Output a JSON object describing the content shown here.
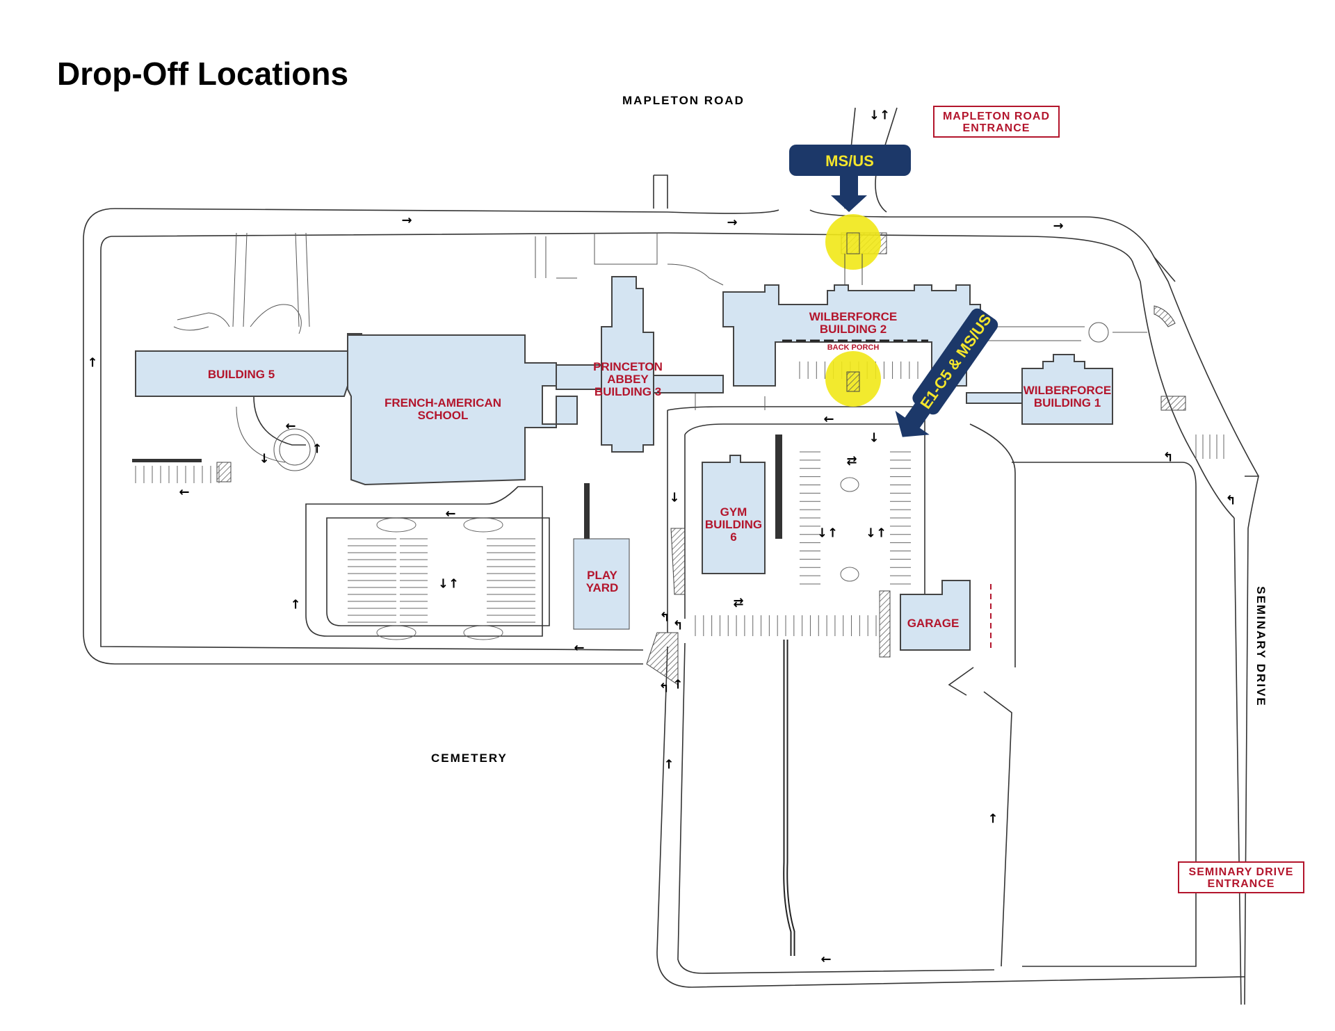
{
  "title": "Drop-Off Locations",
  "roads": {
    "mapleton": "MAPLETON ROAD",
    "seminary": "SEMINARY DRIVE",
    "cemetery": "CEMETERY"
  },
  "entrances": {
    "mapleton": [
      "MAPLETON ROAD",
      "ENTRANCE"
    ],
    "seminary": [
      "SEMINARY DRIVE",
      "ENTRANCE"
    ]
  },
  "buildings": {
    "building5": [
      "BUILDING 5"
    ],
    "french": [
      "FRENCH-AMERICAN",
      "SCHOOL"
    ],
    "abbey": [
      "PRINCETON",
      "ABBEY",
      "BUILDING 3"
    ],
    "wilb2": [
      "WILBERFORCE",
      "BUILDING 2"
    ],
    "backporch": "BACK PORCH",
    "wilb1": [
      "WILBERFORCE",
      "BUILDING 1"
    ],
    "gym": [
      "GYM",
      "BUILDING",
      "6"
    ],
    "play": [
      "PLAY",
      "YARD"
    ],
    "garage": "GARAGE"
  },
  "callouts": {
    "top": "MS/US",
    "diag": "E1-C5 & MS/US"
  },
  "colors": {
    "building_fill": "#d4e4f2",
    "label_red": "#b3152c",
    "callout_navy": "#1c3869",
    "callout_text": "#f5e62b",
    "highlight_yellow": "#f1e817"
  },
  "traffic_arrows": {
    "right": "→",
    "left": "←",
    "up": "↑",
    "two_way_vertical": "↓↑",
    "two_way_horizontal": "⇄"
  }
}
